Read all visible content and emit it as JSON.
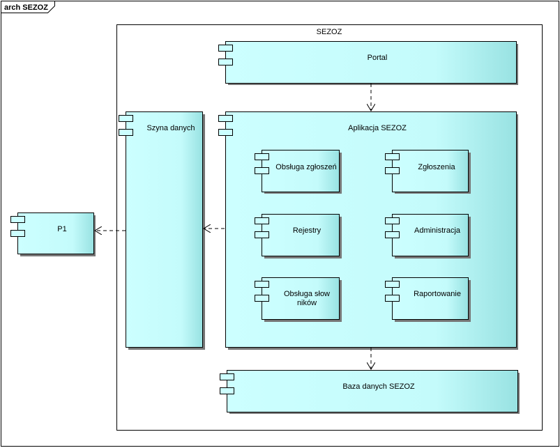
{
  "diagram": {
    "frame_title": "arch SEZOZ",
    "system_label": "SEZOZ",
    "components": {
      "portal": "Portal",
      "aplikacja": "Aplikacja SEZOZ",
      "szyna": "Szyna danych",
      "p1": "P1",
      "baza": "Baza danych SEZOZ",
      "obsluga_zgloszen": "Obsługa zgłoszeń",
      "zgloszenia": "Zgłoszenia",
      "rejestry": "Rejestry",
      "administracja": "Administracja",
      "obsluga_slownikow_line1": "Obsługa słow",
      "obsluga_slownikow_line2": "ników",
      "raportowanie": "Raportowanie"
    },
    "colors": {
      "component_fill": "#c8fdfd",
      "component_gradient_end": "#9ee6e6",
      "border": "#000000"
    }
  }
}
